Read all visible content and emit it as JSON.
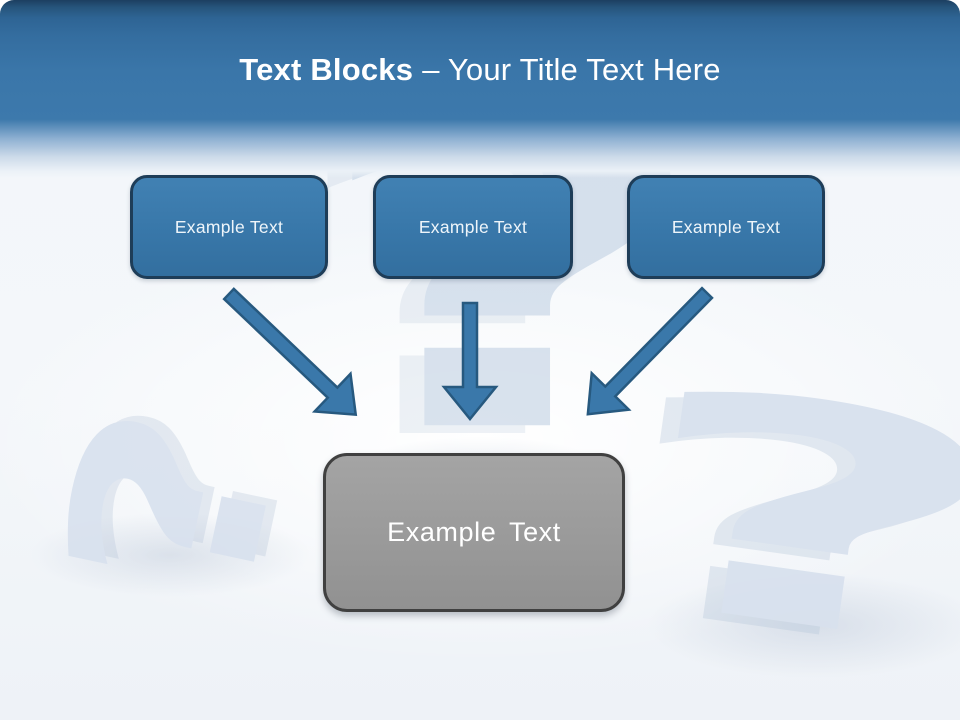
{
  "slide": {
    "title": {
      "bold": "Text Blocks",
      "rest": "– Your Title Text Here"
    },
    "source_blocks": [
      {
        "label": "Example Text"
      },
      {
        "label": "Example Text"
      },
      {
        "label": "Example Text"
      }
    ],
    "target_block": {
      "label": "Example Text"
    },
    "watermark": {
      "glyph": "?"
    },
    "colors": {
      "header_top": "#1c3f60",
      "header_blue": "#3d79ac",
      "title_text": "#ffffff",
      "block_fill": "#3877a9",
      "block_border": "#1e3d58",
      "block_text": "#eef5fa",
      "arrow_fill": "#3a78aa",
      "arrow_border": "#27597f",
      "target_fill": "#999999",
      "target_border": "#404040",
      "target_text": "#ffffff",
      "watermark_center": "#c3d2e4",
      "watermark_side": "#d8e1ee"
    }
  }
}
